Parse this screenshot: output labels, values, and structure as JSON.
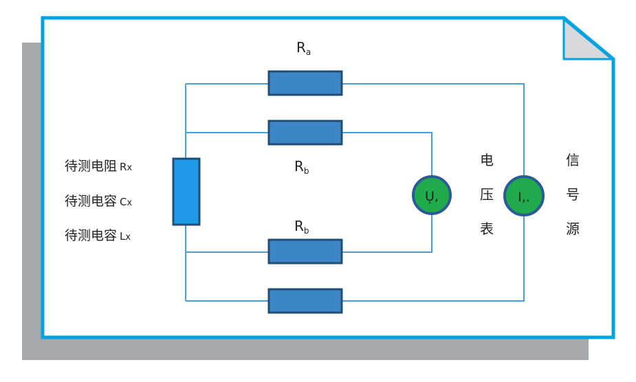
{
  "colors": {
    "border": "#00a3e0",
    "shadow": "#a7a8ab",
    "fold": "#d9d9dc",
    "wire": "#4a9fd4",
    "resistor_fill": "#3d86c6",
    "resistor_stroke": "#1f4e79",
    "dut_fill": "#1e9be6",
    "meter_fill": "#1faa4b",
    "meter_stroke": "#2a5a97",
    "text": "#222222"
  },
  "labels": {
    "ra": {
      "main": "R",
      "sub": "a"
    },
    "rb_top": {
      "main": "R",
      "sub": "b"
    },
    "rb_bottom": {
      "main": "R",
      "sub": "b"
    },
    "dut_resistance": {
      "text": "待测电阻",
      "sym": "R",
      "sub": "x"
    },
    "dut_capacitance": {
      "text": "待测电容",
      "sym": "C",
      "sub": "x"
    },
    "dut_inductance": {
      "text": "待测电容",
      "sym": "L",
      "sub": "x"
    },
    "voltmeter_symbol": "U̩,",
    "current_symbol": "I,.",
    "voltmeter_caption": [
      "电",
      "压",
      "表"
    ],
    "source_caption": [
      "信",
      "号",
      "源"
    ]
  },
  "icons": {
    "voltmeter": "circle-meter-icon",
    "signal_source": "circle-source-icon"
  }
}
